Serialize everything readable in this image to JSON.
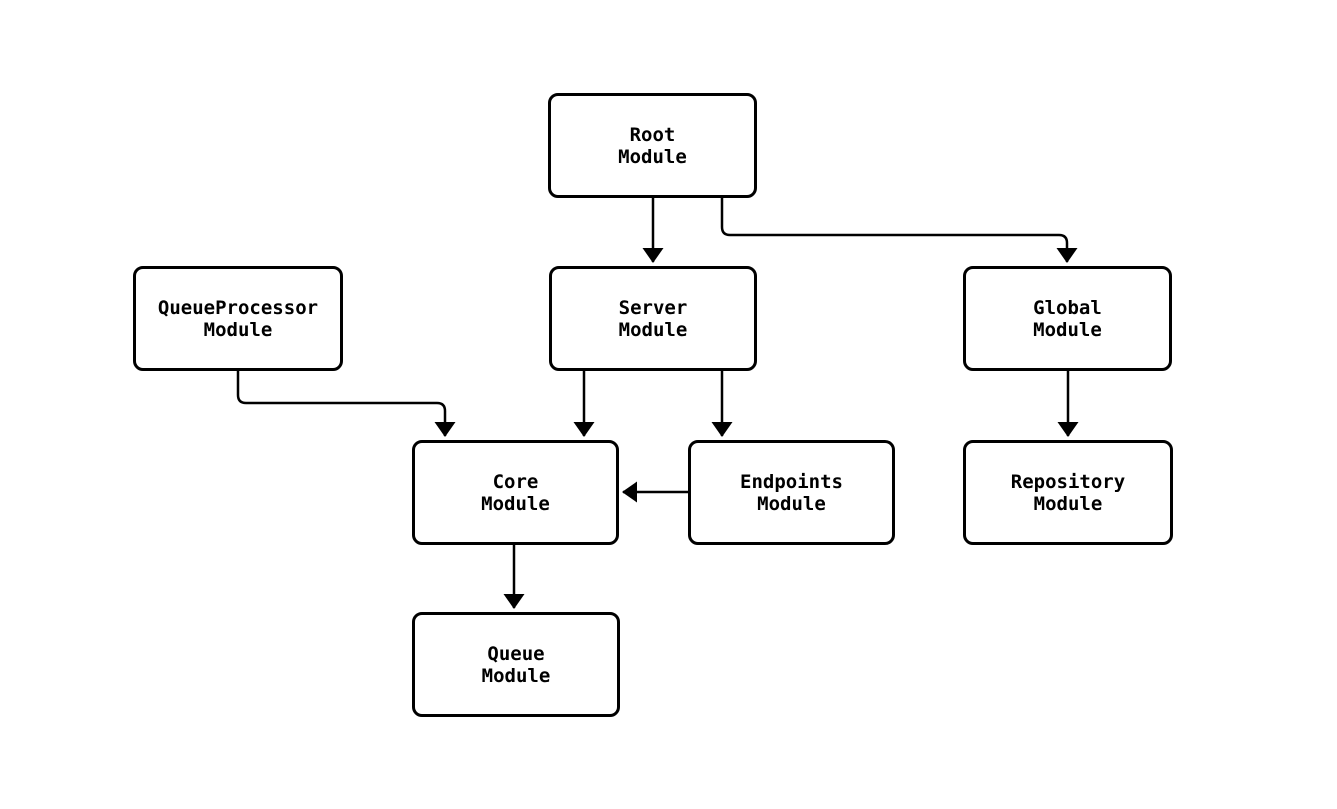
{
  "diagram": {
    "type": "module-dependency-flowchart",
    "colors": {
      "background": "#ffffff",
      "stroke": "#000000",
      "text": "#000000",
      "node_fill": "#ffffff"
    },
    "nodes": [
      {
        "id": "root-module",
        "line1": "Root",
        "line2": "Module"
      },
      {
        "id": "queueprocessor-module",
        "line1": "QueueProcessor",
        "line2": "Module"
      },
      {
        "id": "server-module",
        "line1": "Server",
        "line2": "Module"
      },
      {
        "id": "global-module",
        "line1": "Global",
        "line2": "Module"
      },
      {
        "id": "core-module",
        "line1": "Core",
        "line2": "Module"
      },
      {
        "id": "endpoints-module",
        "line1": "Endpoints",
        "line2": "Module"
      },
      {
        "id": "repository-module",
        "line1": "Repository",
        "line2": "Module"
      },
      {
        "id": "queue-module",
        "line1": "Queue",
        "line2": "Module"
      }
    ],
    "edges": [
      {
        "from": "root-module",
        "to": "server-module"
      },
      {
        "from": "root-module",
        "to": "global-module"
      },
      {
        "from": "queueprocessor-module",
        "to": "core-module"
      },
      {
        "from": "server-module",
        "to": "core-module"
      },
      {
        "from": "server-module",
        "to": "endpoints-module"
      },
      {
        "from": "endpoints-module",
        "to": "core-module"
      },
      {
        "from": "global-module",
        "to": "repository-module"
      },
      {
        "from": "core-module",
        "to": "queue-module"
      }
    ]
  }
}
